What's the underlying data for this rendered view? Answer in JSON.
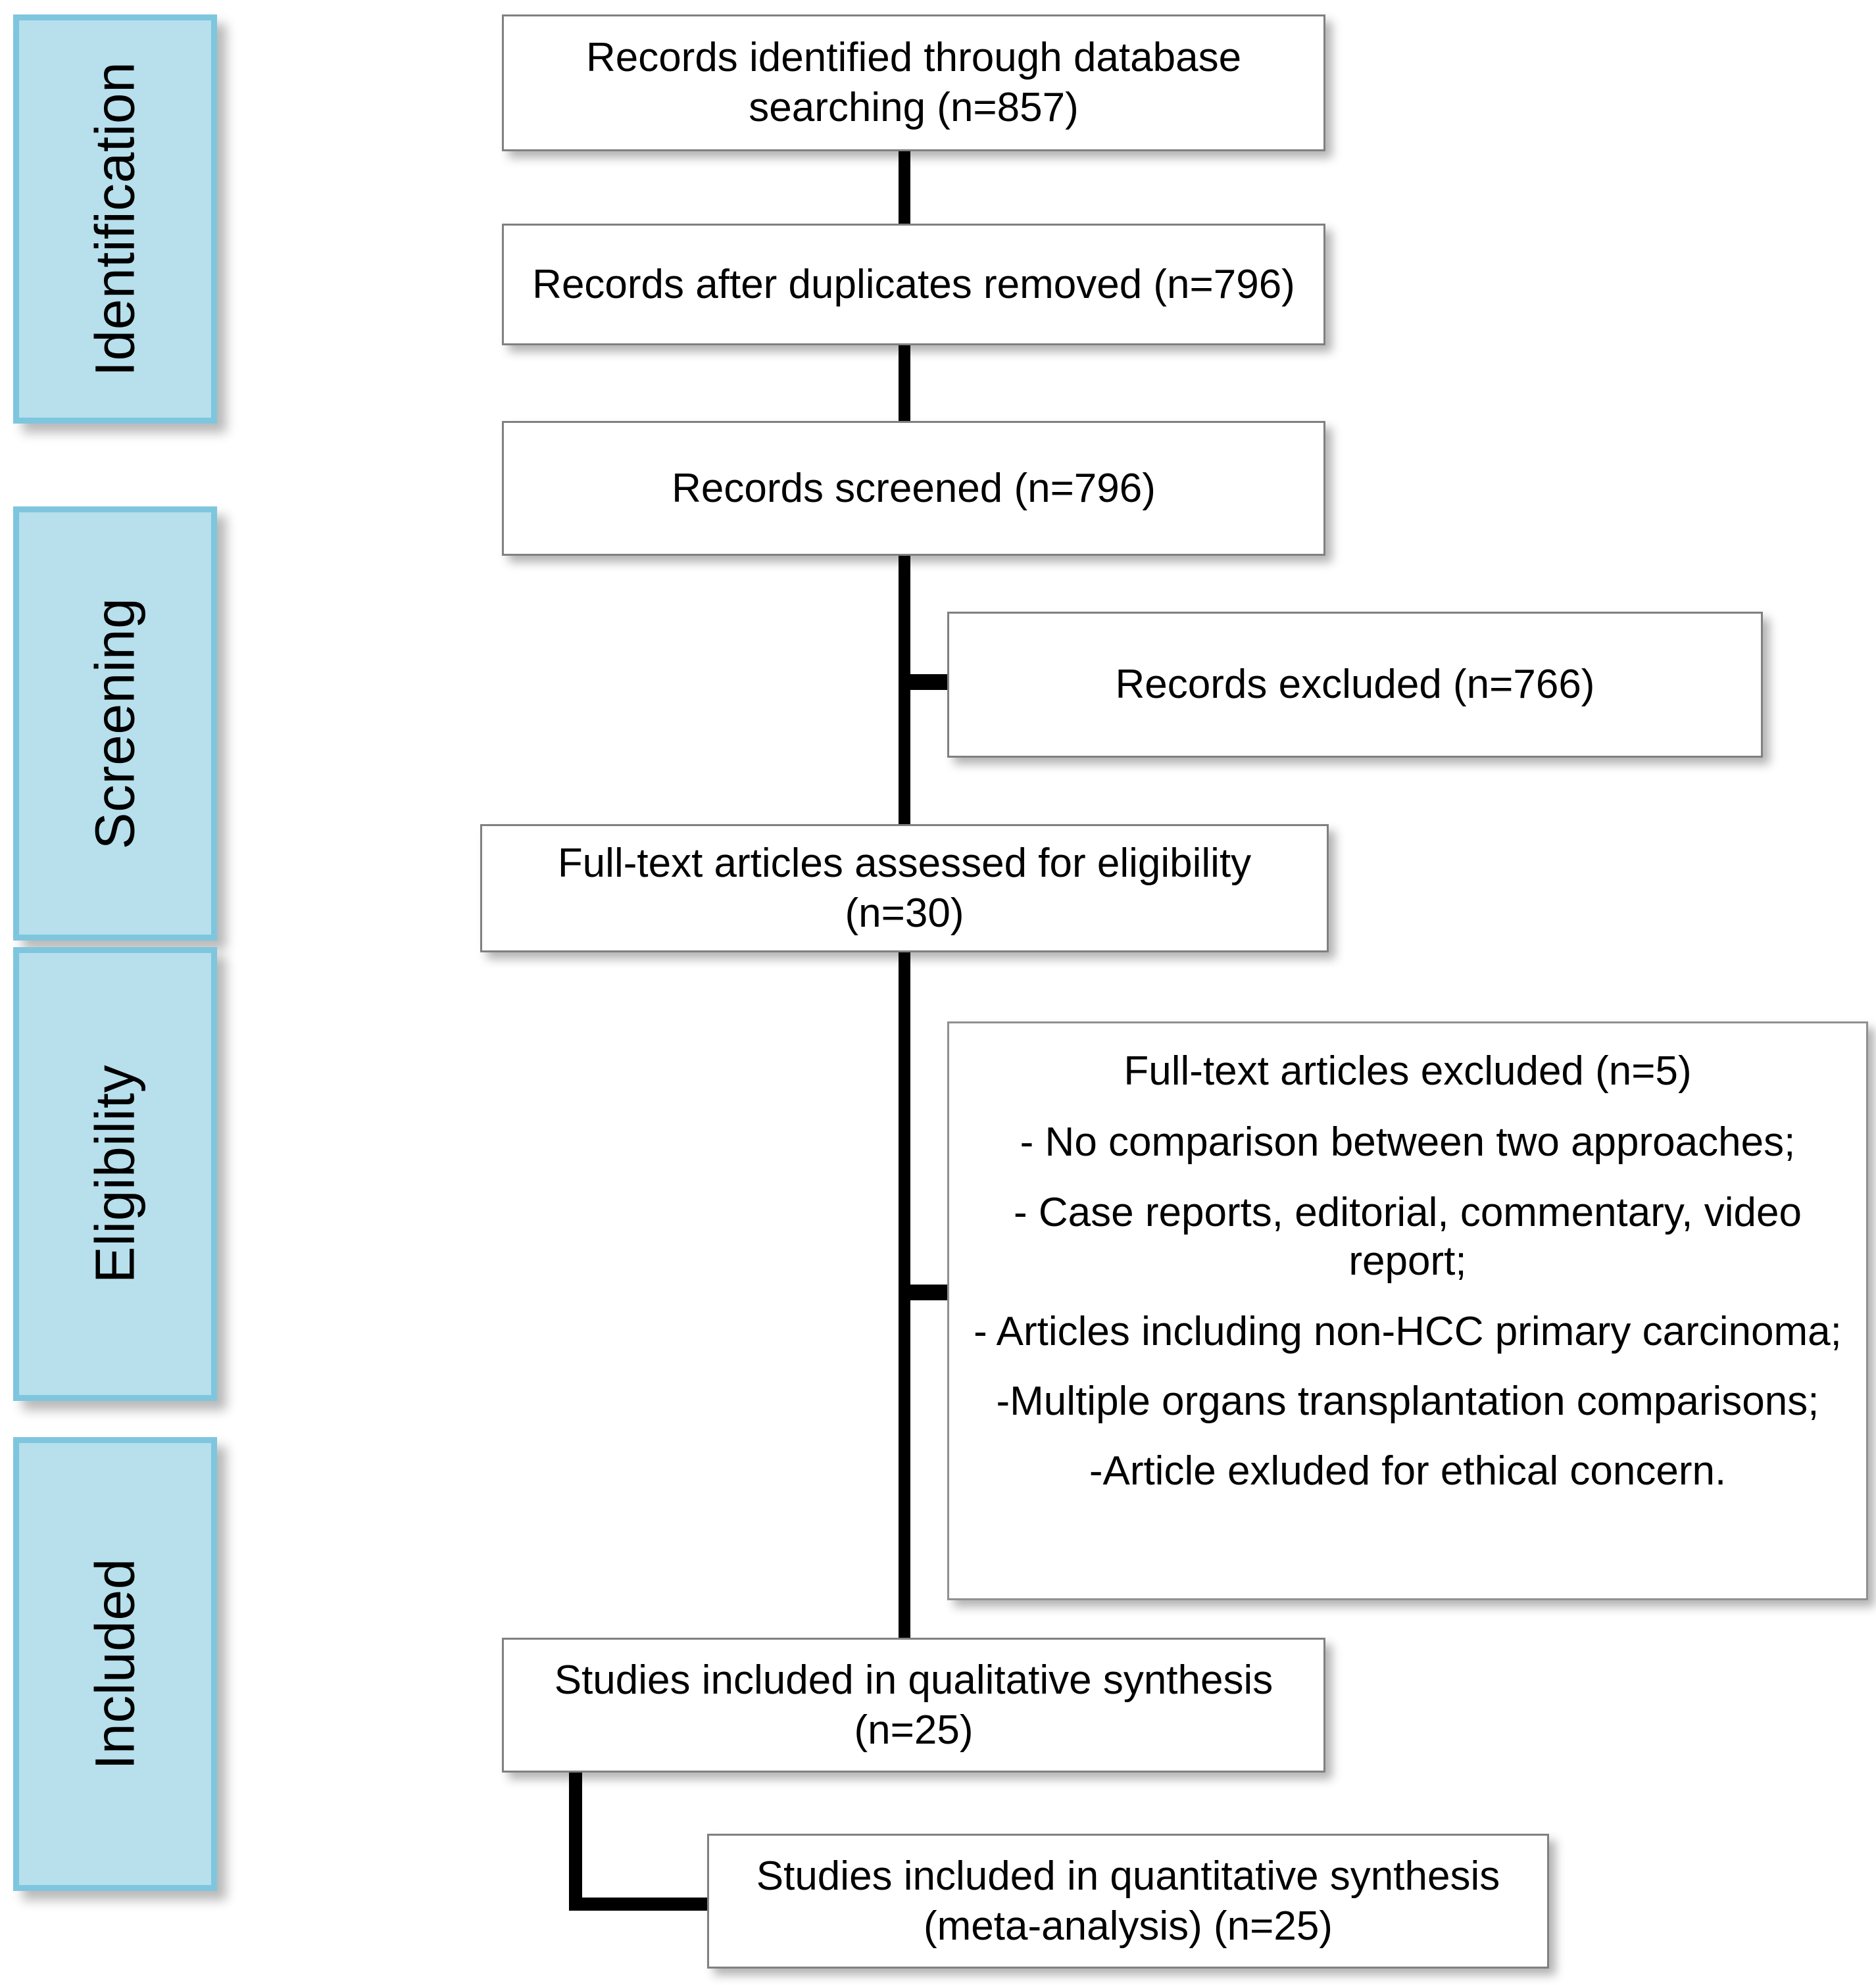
{
  "diagram": {
    "title": "PRISMA flow diagram",
    "accent_color": "#b7dfec",
    "accent_border_color": "#7ec6de",
    "box_border_color": "#808080",
    "connector_color": "#000000",
    "background": "#ffffff"
  },
  "stages": [
    {
      "id": "identification",
      "label": "Identification"
    },
    {
      "id": "screening",
      "label": "Screening"
    },
    {
      "id": "eligibility",
      "label": "Eligibility"
    },
    {
      "id": "included",
      "label": "Included"
    }
  ],
  "boxes": {
    "identified": {
      "line1": "Records identified through database",
      "line2": "searching (n=857)",
      "n": 857
    },
    "after_duplicates": {
      "line1": "Records after duplicates removed (n=796)",
      "n": 796
    },
    "screened": {
      "line1": "Records screened (n=796)",
      "n": 796
    },
    "records_excluded": {
      "line1": "Records excluded (n=766)",
      "n": 766
    },
    "fulltext_assessed": {
      "line1": "Full-text articles assessed for eligibility (n=30)",
      "n": 30
    },
    "qualitative": {
      "line1": "Studies included in qualitative synthesis",
      "line2": "(n=25)",
      "n": 25
    },
    "quantitative": {
      "line1": "Studies included in quantitative synthesis",
      "line2": "(meta-analysis) (n=25)",
      "n": 25
    }
  },
  "fulltext_excluded": {
    "title": "Full-text articles excluded (n=5)",
    "n": 5,
    "reasons": [
      "- No comparison between two approaches;",
      "- Case reports, editorial, commentary, video report;",
      "- Articles including non-HCC primary carcinoma;",
      "-Multiple organs transplantation comparisons;",
      "-Article exluded for ethical concern."
    ]
  }
}
